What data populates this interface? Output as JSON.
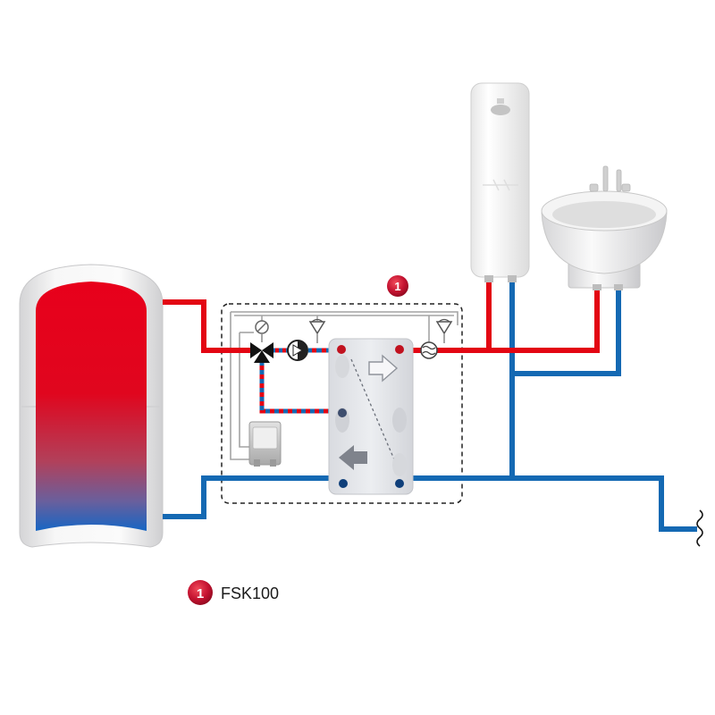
{
  "diagram": {
    "callout_badge": "1"
  },
  "legend": {
    "badge": "1",
    "label": "FSK100"
  },
  "colors": {
    "hot_pipe": "#e30613",
    "cold_pipe": "#1469b3",
    "badge": "#c41230",
    "module_outline": "#222222"
  },
  "icons": [
    "storage-tank-icon",
    "three-way-valve-icon",
    "pump-icon",
    "shutoff-valve-icon",
    "check-valve-icon",
    "flow-sensor-icon",
    "controller-icon",
    "plate-heat-exchanger-icon",
    "shower-panel-icon",
    "washbasin-icon",
    "pipe-break-icon"
  ]
}
